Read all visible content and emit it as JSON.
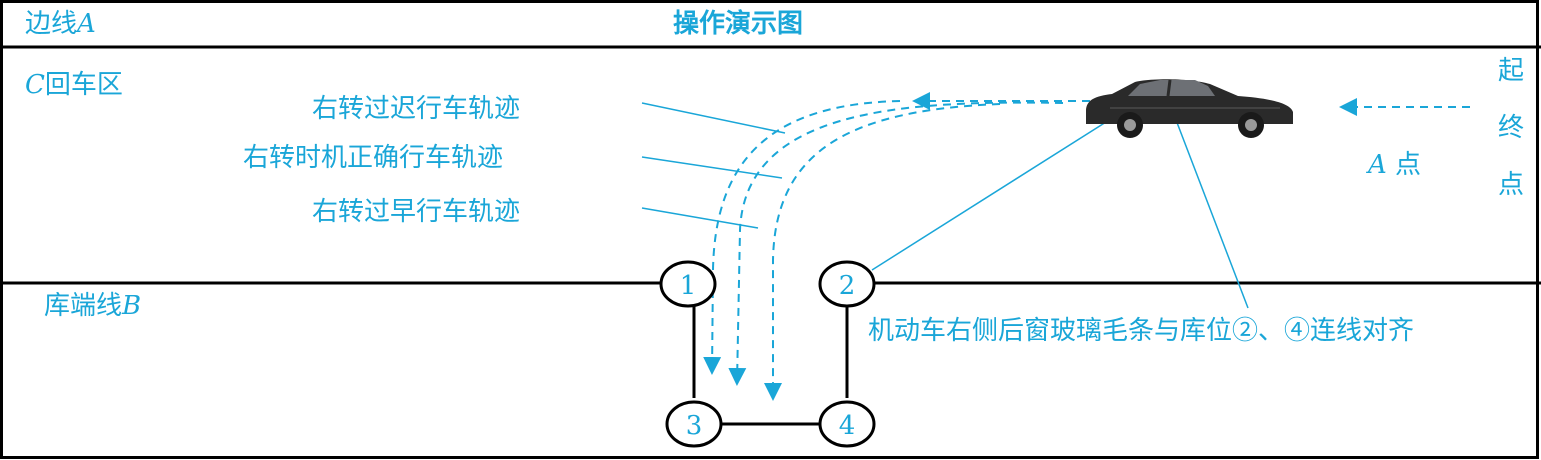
{
  "title": "操作演示图",
  "labels": {
    "side_line": "边线",
    "side_line_letter": "A",
    "return_zone_letter": "C",
    "return_zone": "回车区",
    "end_line": "库端线",
    "end_line_letter": "B",
    "late_turn": "右转过迟行车轨迹",
    "correct_turn": "右转时机正确行车轨迹",
    "early_turn": "右转过早行车轨迹",
    "point_letter": "A",
    "point_word": "点",
    "start_end": [
      "起",
      "终",
      "点"
    ],
    "alignment_note": "机动车右侧后窗玻璃毛条与库位②、④连线对齐"
  },
  "posts": [
    "1",
    "2",
    "3",
    "4"
  ],
  "colors": {
    "accent": "#1aa6d8",
    "line": "#000000",
    "car": "#2a2a2a"
  },
  "icons": [
    "car-icon",
    "arrow-left-icon",
    "arrow-down-icon"
  ]
}
